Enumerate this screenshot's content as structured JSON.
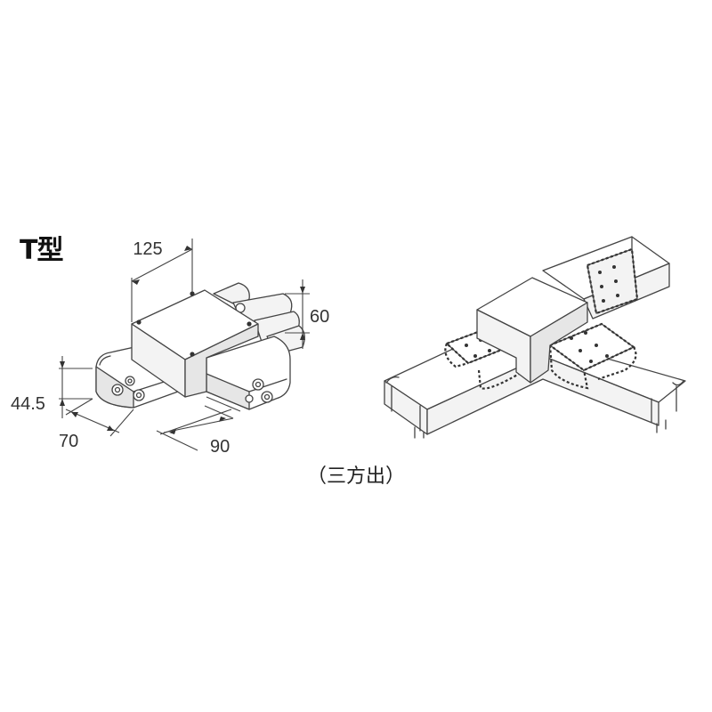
{
  "title": "T型",
  "caption": "（三方出）",
  "dimensions": {
    "top_width": "125",
    "height": "60",
    "side_height": "44.5",
    "arm_width": "70",
    "arm_length": "90"
  }
}
